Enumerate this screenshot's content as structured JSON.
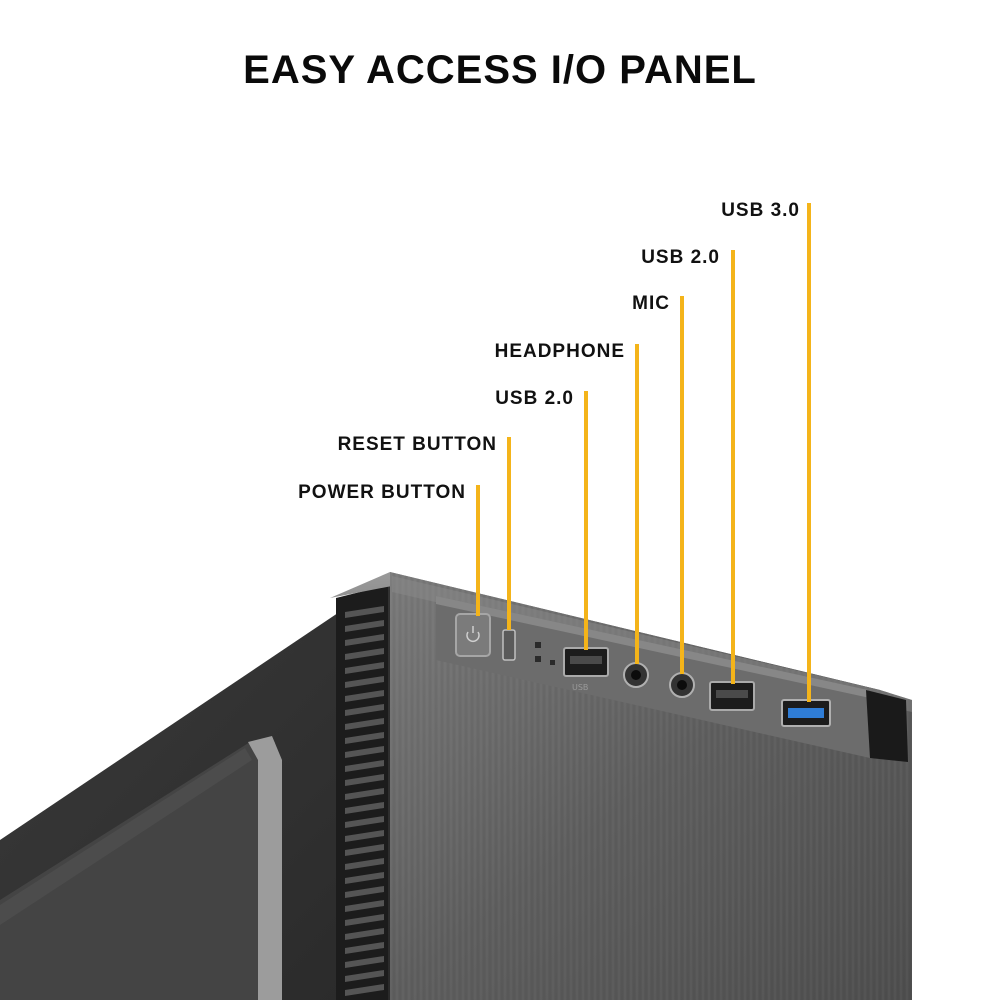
{
  "title": "EASY ACCESS I/O PANEL",
  "accent_color": "#f4b41a",
  "callouts": [
    {
      "id": "power",
      "label": "POWER BUTTON",
      "icon": "power-icon"
    },
    {
      "id": "reset",
      "label": "RESET BUTTON",
      "icon": "reset-icon"
    },
    {
      "id": "usb2-left",
      "label": "USB 2.0",
      "icon": "usb-port-icon"
    },
    {
      "id": "headphone",
      "label": "HEADPHONE",
      "icon": "headphone-jack-icon"
    },
    {
      "id": "mic",
      "label": "MIC",
      "icon": "mic-jack-icon"
    },
    {
      "id": "usb2-right",
      "label": "USB 2.0",
      "icon": "usb-port-icon"
    },
    {
      "id": "usb3",
      "label": "USB 3.0",
      "icon": "usb3-port-icon"
    }
  ]
}
